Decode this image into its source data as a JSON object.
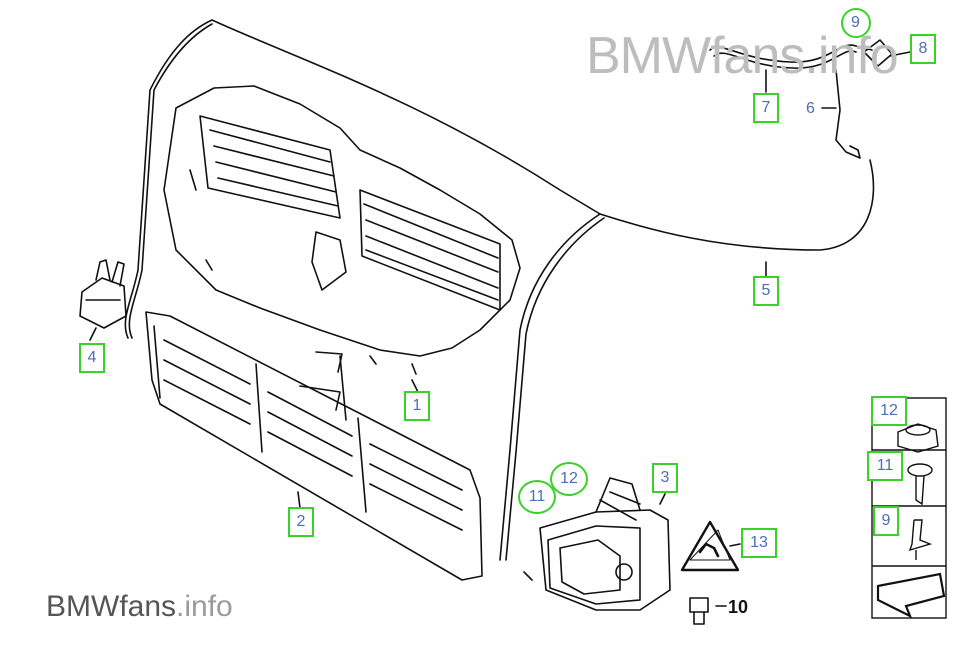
{
  "watermark_top": "BMWfans.info",
  "watermark_bottom": {
    "brand": "BMWfans",
    "suffix": ".info"
  },
  "callouts": {
    "c1": "1",
    "c2": "2",
    "c3": "3",
    "c4": "4",
    "c5": "5",
    "c6": "6",
    "c7": "7",
    "c8": "8",
    "c9_top": "9",
    "c9_side": "9",
    "c10": "10",
    "c11_main": "11",
    "c11_side": "11",
    "c12_main": "12",
    "c12_side": "12",
    "c13": "13"
  },
  "colors": {
    "callout_border": "#39d229",
    "callout_text": "#4a6fb3",
    "line": "#111111"
  }
}
